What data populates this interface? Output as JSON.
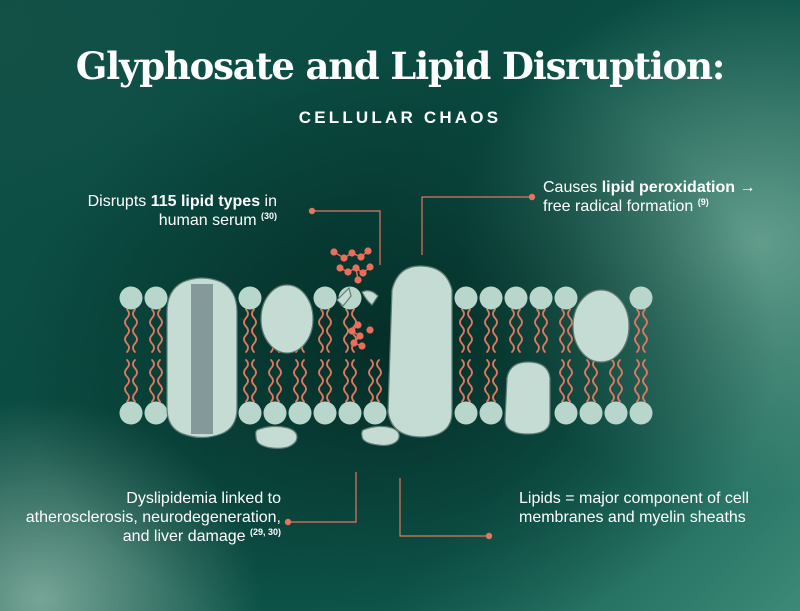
{
  "header": {
    "title": "Glyphosate and Lipid Disruption:",
    "subtitle": "CELLULAR CHAOS"
  },
  "callouts": {
    "top_left": {
      "prefix": "Disrupts ",
      "bold": "115 lipid types",
      "suffix": " in human serum",
      "ref": "(30)"
    },
    "top_right": {
      "prefix": "Causes ",
      "bold": "lipid peroxidation",
      "suffix": " → free radical formation",
      "ref": "(9)"
    },
    "bottom_left": {
      "text": "Dyslipidemia linked to atherosclerosis, neurodegeneration, and liver damage",
      "ref": "(29, 30)"
    },
    "bottom_right": {
      "text": "Lipids = major component of cell membranes and myelin sheaths"
    }
  },
  "colors": {
    "lipid_head": "#b9d6cc",
    "lipid_tail": "#e0775f",
    "protein": "#c4dcd3",
    "protein_stroke": "#5f7d75",
    "channel_core": "#84999a",
    "glyphosate": "#ea6e5c",
    "leader_line": "#e0775f"
  }
}
